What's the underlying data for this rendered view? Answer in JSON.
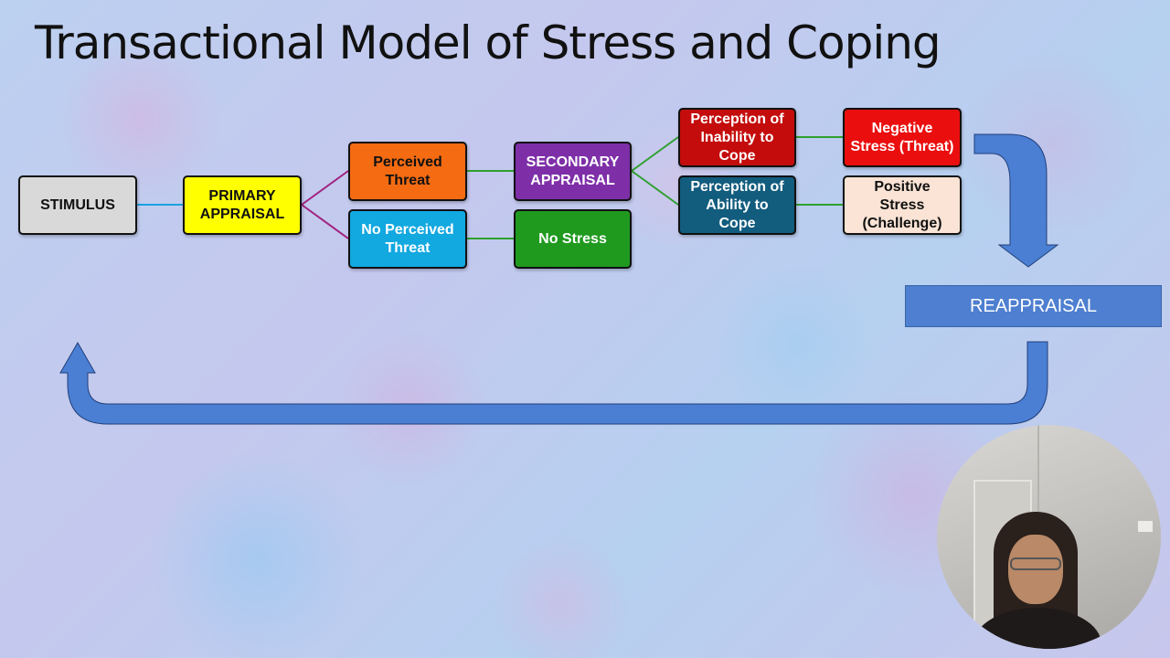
{
  "title": "Transactional Model of Stress and Coping",
  "nodes": {
    "stimulus": {
      "label": "STIMULUS",
      "fill": "#d9d9d9",
      "text_color": "#111111"
    },
    "primary_appraisal": {
      "label": "PRIMARY\nAPPRAISAL",
      "fill": "#ffff00",
      "text_color": "#111111"
    },
    "perceived_threat": {
      "label": "Perceived\nThreat",
      "fill": "#f46b12",
      "text_color": "#111111"
    },
    "no_perceived_threat": {
      "label": "No Perceived\nThreat",
      "fill": "#12a8e0",
      "text_color": "#ffffff"
    },
    "secondary_appraisal": {
      "label": "SECONDARY\nAPPRAISAL",
      "fill": "#7e2fa8",
      "text_color": "#ffffff"
    },
    "no_stress": {
      "label": "No Stress",
      "fill": "#1f9a1f",
      "text_color": "#ffffff"
    },
    "perception_inability": {
      "label": "Perception of\nInability to\nCope",
      "fill": "#c40c0c",
      "text_color": "#ffffff"
    },
    "perception_ability": {
      "label": "Perception of\nAbility to\nCope",
      "fill": "#125c7e",
      "text_color": "#ffffff"
    },
    "negative_stress": {
      "label": "Negative\nStress (Threat)",
      "fill": "#ea0e0e",
      "text_color": "#ffffff"
    },
    "positive_stress": {
      "label": "Positive\nStress\n(Challenge)",
      "fill": "#fbe4d5",
      "text_color": "#111111"
    }
  },
  "reappraisal": {
    "label": "REAPPRAISAL",
    "fill": "#4e7fd0"
  },
  "colors": {
    "stimulus_link": "#1aa0e0",
    "primary_links": "#a0207e",
    "green_links": "#2fa02f",
    "feedback_arrow": "#4a7fd3",
    "arrow_outline": "#233f7a"
  }
}
